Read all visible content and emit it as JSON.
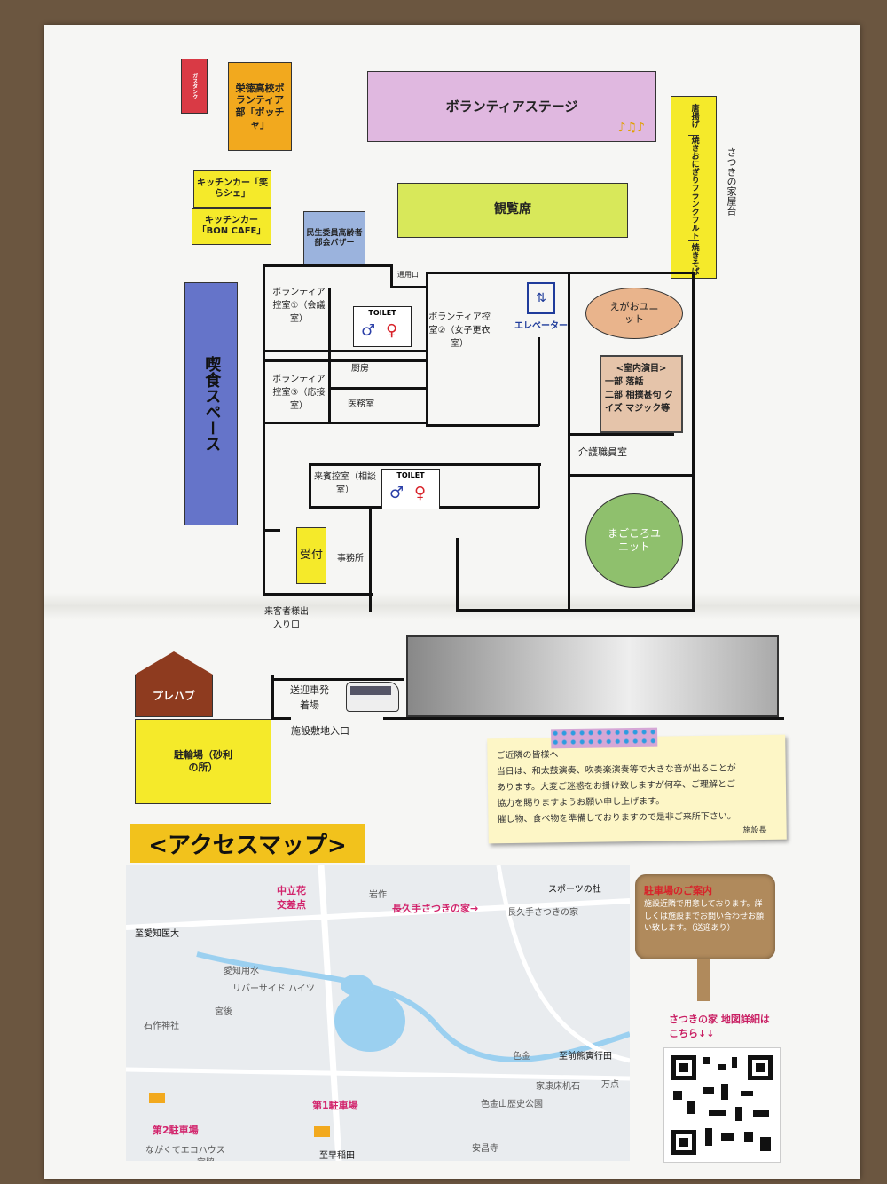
{
  "booths": {
    "gas_tank": "ガスタンク",
    "volunteer_club": "栄徳高校ボランティア部「ポッチャ」",
    "kitchen_car_1": "キッチンカー「笑らシェ」",
    "kitchen_car_2": "キッチンカー「BON CAFE」",
    "stage": "ボランティアステージ",
    "seating": "観覧席",
    "minsei": "民生委員高齢者部会バザー",
    "kissa": "喫食スペース",
    "food_stalls": [
      "唐揚げ",
      "焼きおにぎりフランクフルト",
      "焼きそば"
    ],
    "yatai_header": "さつきの家屋台"
  },
  "rooms": {
    "service_entrance": "通用口",
    "vol_room_1": "ボランティア控室①（会議室）",
    "vol_room_2": "ボランティア控室②（女子更衣室）",
    "vol_room_3": "ボランティア控室③（応接室）",
    "kitchen": "厨房",
    "medical": "医務室",
    "toilet": "TOILET",
    "elevator": "エレベーター",
    "egao_unit": "えがおユニット",
    "guide_title": "<室内演目>",
    "guide_part1_label": "一部",
    "guide_part1": "落話",
    "guide_part2_label": "二部",
    "guide_part2": "相撲甚句 クイズ マジック等",
    "care_staff_room": "介護職員室",
    "guest_room": "来賓控室（相談室）",
    "reception": "受付",
    "office": "事務所",
    "magokoro_unit": "まごころユニット",
    "visitor_entrance": "来客者様出入り口",
    "prefab": "プレハブ",
    "bike_parking": "駐輪場（砂利の所）",
    "shuttle": "送迎車発着場",
    "site_entrance": "施設敷地入口"
  },
  "notice": {
    "greeting": "ご近隣の皆様へ",
    "lines": [
      "当日は、和太鼓演奏、吹奏楽演奏等で大きな音が出ることが",
      "あります。大変ご迷惑をお掛け致しますが何卒、ご理解とご",
      "協力を賜りますようお願い申し上げます。",
      "催し物、食べ物を準備しておりますので是非ご来所下さい。"
    ],
    "signature": "施設長"
  },
  "access": {
    "title": "<アクセスマップ>",
    "intersection": "中立花交差点",
    "destination": "長久手さつきの家→",
    "to_aichi": "至愛知医大",
    "to_maekuma": "至前熊寅行田",
    "to_hayaine": "至早稲田",
    "parking_1": "第1駐車場",
    "parking_2": "第2駐車場",
    "places": [
      "リバーサイド ハイツ",
      "石作神社",
      "色金山歴史公園",
      "家康床机石",
      "安昌寺",
      "ながくてエコハウス",
      "長久手さつきの家",
      "スポーツの杜",
      "愛知用水",
      "万点",
      "宮後",
      "色金",
      "岩作",
      "宮脇"
    ],
    "parking_notice_title": "駐車場のご案内",
    "parking_notice": "施設近隣で用意しております。詳しくは施設までお問い合わせお願い致します。（送迎あり）",
    "map_detail": "さつきの家 地図詳細はこちら↓↓"
  },
  "colors": {
    "gas_tank": "#d93a45",
    "orange": "#f2a91e",
    "yellow": "#f5ea2a",
    "stage": "#e0b8e0",
    "seating": "#d8e85a",
    "minsei": "#9bb3dd",
    "kissa": "#6574c9",
    "egao": "#e9b48c",
    "magokoro": "#8fc06d",
    "prefab": "#8e3b1f"
  }
}
